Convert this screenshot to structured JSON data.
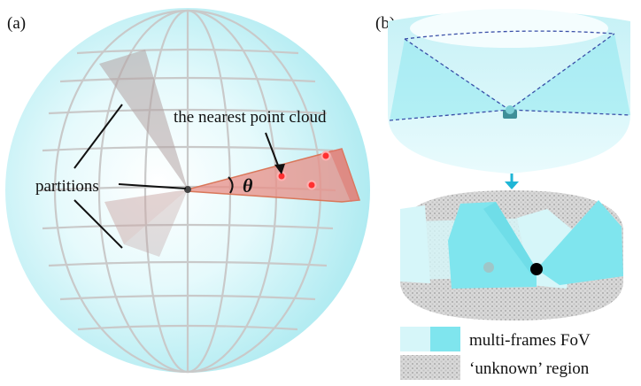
{
  "panel_a": {
    "tag": "(a)",
    "nearest_label": "the nearest point cloud",
    "partitions_label": "partitions",
    "angle_symbol": "θ"
  },
  "panel_b": {
    "tag": "(b)"
  },
  "legend": {
    "fov_label": "multi-frames FoV",
    "unknown_label": "‘unknown’ region"
  },
  "colors": {
    "sphere": "#b5eef3",
    "fov": "#7fe5ee",
    "fov_light": "#d6f6f9",
    "wedge": "#e88d86",
    "grid": "#c9c9c9",
    "arrow": "#1fb6d6"
  }
}
